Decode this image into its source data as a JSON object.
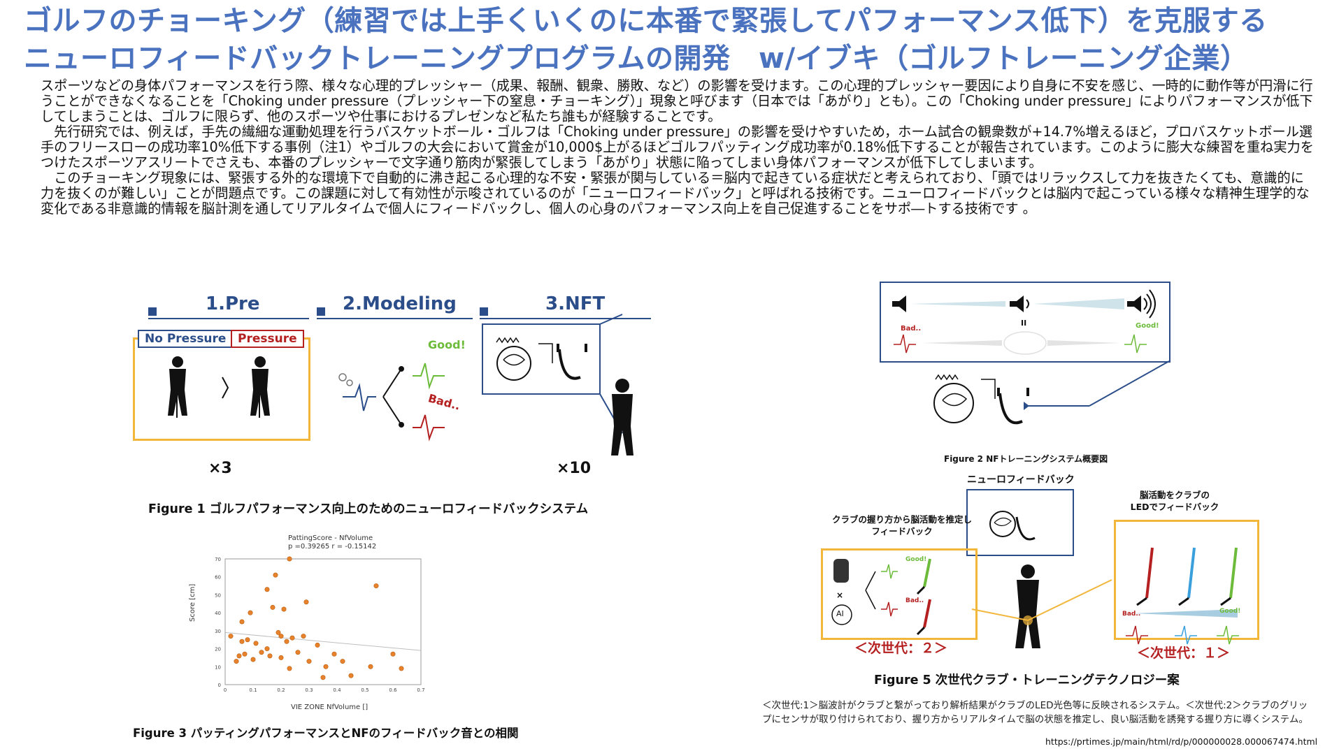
{
  "title": {
    "line1": "ゴルフのチョーキング（練習では上手くいくのに本番で緊張してパフォーマンス低下）を克服する",
    "line2": "ニューロフィードバックトレーニングプログラムの開発　w/イブキ（ゴルフトレーニング企業）"
  },
  "paragraphs": [
    "スポーツなどの身体パフォーマンスを行う際、様々な心理的プレッシャー（成果、報酬、観衆、勝敗、など）の影響を受けます。この心理的プレッシャー要因により自身に不安を感じ、一時的に動作等が円滑に行うことができなくなることを「Choking under pressure（プレッシャー下の窒息・チョーキング）」現象と呼びます（日本では「あがり」とも）。この「Choking under pressure」によりパフォーマンスが低下してしまうことは、ゴルフに限らず、他のスポーツや仕事におけるプレゼンなど私たち誰もが経験することです。",
    "　先行研究では、例えば，手先の繊細な運動処理を行うバスケットボール・ゴルフは「Choking under pressure」の影響を受けやすいため，ホーム試合の観衆数が+14.7%増えるほど，プロバスケットボール選手のフリースローの成功率10%低下する事例（注1）やゴルフの大会において賞金が10,000$上がるほどゴルフパッティング成功率が0.18%低下することが報告されています。このように膨大な練習を重ね実力をつけたスポーツアスリートでさえも、本番のプレッシャーで文字通り筋肉が緊張してしまう「あがり」状態に陥ってしまい身体パフォーマンスが低下してしまいます。",
    "　このチョーキング現象には、緊張する外的な環境下で自動的に沸き起こる心理的な不安・緊張が関与している＝脳内で起きている症状だと考えられており、「頭ではリラックスして力を抜きたくても、意識的に力を抜くのが難しい」ことが問題点です。この課題に対して有効性が示唆されているのが「ニューロフィードバック」と呼ばれる技術です。ニューロフィードバックとは脳内で起こっている様々な精神生理学的な変化である非意識的情報を脳計測を通してリアルタイムで個人にフィードバックし、個人の心身のパフォーマンス向上を自己促進することをサポ―トする技術です 。"
  ],
  "figure1": {
    "step1": "1.Pre",
    "step2": "2.Modeling",
    "step3": "3.NFT",
    "no_pressure": "No Pressure",
    "pressure": "Pressure",
    "good": "Good!",
    "bad": "Bad..",
    "times_pre": "×3",
    "times_nft": "×10",
    "caption": "Figure 1 ゴルフパフォーマンス向上のためのニューロフィードバックシステム",
    "colors": {
      "step": "#2b4e8a",
      "no_pressure": "#2b4e8a",
      "pressure": "#b52020",
      "frame": "#f2b63a",
      "good": "#6dbb3a",
      "bad": "#b52020"
    }
  },
  "figure2": {
    "bad": "Bad..",
    "good": "Good!",
    "pause": "II",
    "caption": "Figure 2 NFトレーニングシステム概要図"
  },
  "figure3": {
    "caption": "Figure 3 パッティングパフォーマンスとNFのフィードバック音との相関",
    "chart_data": {
      "type": "scatter",
      "title": "PattingScore - NfVolume",
      "annotation": "p =0.39265   r = -0.15142",
      "xlabel": "VIE ZONE NfVolume []",
      "ylabel": "Score [cm]",
      "xlim": [
        0,
        0.7
      ],
      "ylim": [
        0,
        70
      ],
      "xticks": [
        "0",
        "0.1",
        "0.2",
        "0.3",
        "0.4",
        "0.5",
        "0.6",
        "0.7"
      ],
      "yticks": [
        "0",
        "10",
        "20",
        "30",
        "40",
        "50",
        "60",
        "70"
      ],
      "points": [
        [
          0.02,
          27
        ],
        [
          0.04,
          13
        ],
        [
          0.05,
          16
        ],
        [
          0.06,
          24
        ],
        [
          0.06,
          35
        ],
        [
          0.07,
          17
        ],
        [
          0.08,
          25
        ],
        [
          0.09,
          40
        ],
        [
          0.1,
          14
        ],
        [
          0.11,
          23
        ],
        [
          0.13,
          18
        ],
        [
          0.15,
          20
        ],
        [
          0.15,
          53
        ],
        [
          0.16,
          16
        ],
        [
          0.17,
          43
        ],
        [
          0.18,
          61
        ],
        [
          0.19,
          29
        ],
        [
          0.2,
          27
        ],
        [
          0.2,
          15
        ],
        [
          0.21,
          42
        ],
        [
          0.22,
          24
        ],
        [
          0.23,
          70
        ],
        [
          0.23,
          9
        ],
        [
          0.24,
          26
        ],
        [
          0.26,
          18
        ],
        [
          0.28,
          27
        ],
        [
          0.29,
          46
        ],
        [
          0.3,
          13
        ],
        [
          0.33,
          22
        ],
        [
          0.35,
          4
        ],
        [
          0.36,
          10
        ],
        [
          0.39,
          17
        ],
        [
          0.42,
          13
        ],
        [
          0.45,
          5
        ],
        [
          0.52,
          10
        ],
        [
          0.54,
          55
        ],
        [
          0.6,
          17
        ],
        [
          0.63,
          9
        ]
      ],
      "trendline": [
        [
          0,
          29
        ],
        [
          0.7,
          19
        ]
      ],
      "colors": {
        "points": "#e8822a",
        "trend": "#bfbfbf"
      }
    }
  },
  "figure5": {
    "nf_label": "ニューロフィードバック",
    "grip_label": "クラブの握り方から脳活動を推定し\nフィードバック",
    "led_label": "脳活動をクラブの\nLEDでフィードバック",
    "times": "×",
    "ai": "AI",
    "good": "Good!",
    "bad": "Bad..",
    "next2": "＜次世代：２＞",
    "next1": "＜次世代：１＞",
    "caption": "Figure 5 次世代クラブ・トレーニングテクノロジー案"
  },
  "note": "＜次世代:1＞脳波計がクラブと繋がっており解析結果がクラブのLED光色等に反映されるシステム。＜次世代:2＞クラブのグリップにセンサが取り付けられており、握り方からリアルタイムで脳の状態を推定し、良い脳活動を誘発する握り方に導くシステム。",
  "source_url": "https://prtimes.jp/main/html/rd/p/000000028.000067474.html"
}
